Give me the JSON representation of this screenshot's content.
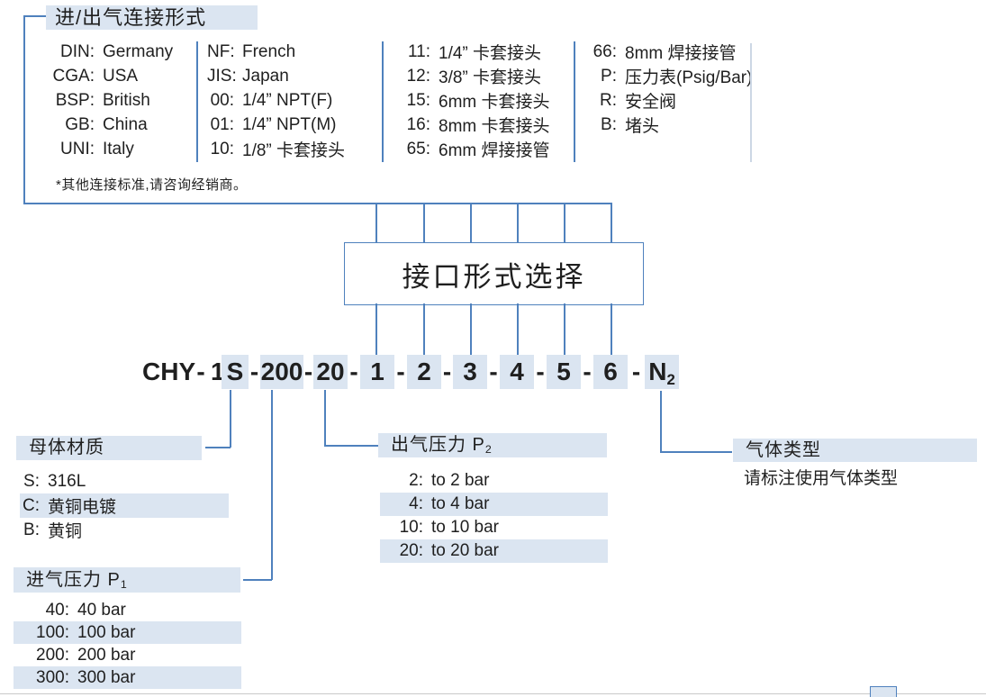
{
  "palette": {
    "highlight": "#dbe5f1",
    "line_blue": "#4f81bd",
    "text": "#1f1f1f"
  },
  "connection": {
    "title": "进/出气连接形式",
    "note": "*其他连接标准,请咨询经销商。",
    "columns": [
      {
        "items": [
          {
            "code": "DIN:",
            "label": "Germany"
          },
          {
            "code": "CGA:",
            "label": "USA"
          },
          {
            "code": "BSP:",
            "label": "British"
          },
          {
            "code": "GB:",
            "label": "China"
          },
          {
            "code": "UNI:",
            "label": "Italy"
          }
        ]
      },
      {
        "items": [
          {
            "code": "NF:",
            "label": "French"
          },
          {
            "code": "JIS:",
            "label": "Japan"
          },
          {
            "code": "00:",
            "label": "1/4”  NPT(F)"
          },
          {
            "code": "01:",
            "label": "1/4”  NPT(M)"
          },
          {
            "code": "10:",
            "label": "1/8”  卡套接头"
          }
        ]
      },
      {
        "items": [
          {
            "code": "11:",
            "label": "1/4”  卡套接头"
          },
          {
            "code": "12:",
            "label": "3/8”  卡套接头"
          },
          {
            "code": "15:",
            "label": "6mm 卡套接头"
          },
          {
            "code": "16:",
            "label": "8mm 卡套接头"
          },
          {
            "code": "65:",
            "label": "6mm 焊接接管"
          }
        ]
      },
      {
        "items": [
          {
            "code": "66:",
            "label": "8mm 焊接接管"
          },
          {
            "code": "P:",
            "label": "压力表(Psig/Bar)"
          },
          {
            "code": "R:",
            "label": "安全阀"
          },
          {
            "code": "B:",
            "label": "堵头"
          }
        ]
      }
    ]
  },
  "selector_box": {
    "label": "接口形式选择"
  },
  "model_code": {
    "prefix": "CHY",
    "separator": "-",
    "series_digit": "1",
    "material_code": "S",
    "inlet_code": "200",
    "outlet_code": "20",
    "port_codes": [
      "1",
      "2",
      "3",
      "4",
      "5",
      "6"
    ],
    "gas_code": "N",
    "gas_code_sub": "2"
  },
  "sections": {
    "body_material": {
      "title": "母体材质",
      "items": [
        {
          "code": "S:",
          "label": "316L",
          "highlighted": false
        },
        {
          "code": "C:",
          "label": "黄铜电镀",
          "highlighted": true
        },
        {
          "code": "B:",
          "label": "黄铜",
          "highlighted": false
        }
      ]
    },
    "inlet_pressure": {
      "title": "进气压力 P",
      "title_sub": "1",
      "items": [
        {
          "code": "40:",
          "label": "40 bar",
          "highlighted": false
        },
        {
          "code": "100:",
          "label": "100 bar",
          "highlighted": true
        },
        {
          "code": "200:",
          "label": "200 bar",
          "highlighted": false
        },
        {
          "code": "300:",
          "label": "300 bar",
          "highlighted": true
        }
      ]
    },
    "outlet_pressure": {
      "title": "出气压力 P",
      "title_sub": "2",
      "items": [
        {
          "code": "2:",
          "label": "to 2 bar",
          "highlighted": false
        },
        {
          "code": "4:",
          "label": "to 4 bar",
          "highlighted": true
        },
        {
          "code": "10:",
          "label": "to 10 bar",
          "highlighted": false
        },
        {
          "code": "20:",
          "label": "to 20 bar",
          "highlighted": true
        }
      ]
    },
    "gas_type": {
      "title": "气体类型",
      "description": "请标注使用气体类型"
    }
  }
}
